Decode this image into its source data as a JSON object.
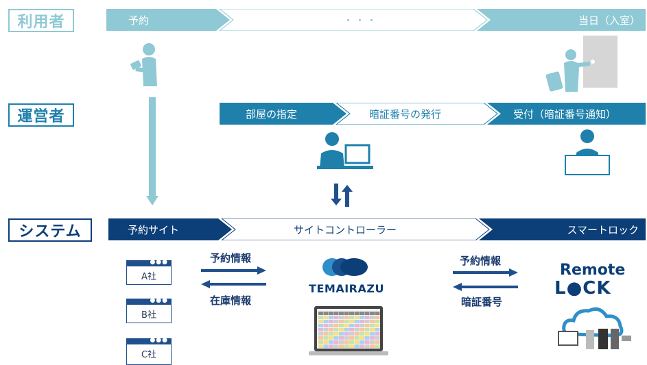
{
  "roles": {
    "user": "利用者",
    "operator": "運営者",
    "system": "システム"
  },
  "user_flow": {
    "reserve": "予約",
    "dots": "・・・",
    "same_day": "当日（入室）"
  },
  "operator_flow": {
    "assign_room": "部屋の指定",
    "issue_code": "暗証番号の発行",
    "reception": "受付（暗証番号通知）"
  },
  "system_flow": {
    "booking_site": "予約サイト",
    "site_controller": "サイトコントローラー",
    "smart_lock": "スマートロック"
  },
  "sites": [
    "A社",
    "B社",
    "C社"
  ],
  "exchange_left": {
    "to_right": "予約情報",
    "to_left": "在庫情報"
  },
  "exchange_right": {
    "to_right": "予約情報",
    "to_left": "暗証番号"
  },
  "brands": {
    "temairazu": "TEMAIRAZU",
    "remote_lock_line1": "Remote",
    "remote_lock_line2": "L●CK"
  },
  "colors": {
    "user": "#8fc9d6",
    "operator": "#1e80ab",
    "system": "#0c3e78",
    "navy_arrow": "#1f4f8c"
  }
}
